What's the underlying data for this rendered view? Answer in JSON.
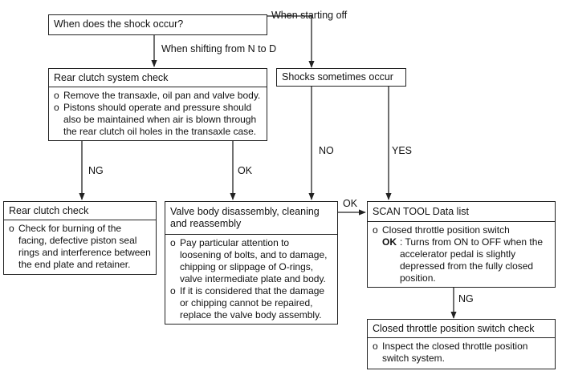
{
  "boxes": {
    "q": {
      "title": "When does the shock occur?"
    },
    "rear_check": {
      "title": "Rear clutch system check",
      "items": [
        "Remove the transaxle, oil pan and valve body.",
        "Pistons should operate and pressure should also be maintained when air is blown through the rear clutch oil holes in the transaxle case."
      ]
    },
    "shocks": {
      "title": "Shocks sometimes occur"
    },
    "rear_clutch": {
      "title": "Rear clutch check",
      "items": [
        "Check for burning of the facing, defective piston seal rings and interference between the end plate and retainer."
      ]
    },
    "valve": {
      "title_lines": [
        "Valve body disassembly, cleaning",
        "and reassembly"
      ],
      "items": [
        "Pay particular attention to loosening of bolts, and to damage, chipping or slippage of O-rings, valve intermediate plate and body.",
        "If it is considered that the damage or chipping cannot be repaired, replace the valve body assembly."
      ]
    },
    "scan": {
      "title": "SCAN TOOL Data list",
      "item": "Closed throttle position switch",
      "ok_label": "OK",
      "ok_text": ": Turns from ON to OFF when the accelerator pedal is slightly depressed from the fully closed position."
    },
    "ctps": {
      "title": "Closed throttle position switch check",
      "items": [
        "Inspect the closed throttle position switch system."
      ]
    }
  },
  "bullet": "o",
  "labels": {
    "starting_off": "When starting off",
    "shifting": "When shifting from N to D",
    "ng1": "NG",
    "ok1": "OK",
    "no": "NO",
    "yes": "YES",
    "ok2": "OK",
    "ng2": "NG"
  }
}
